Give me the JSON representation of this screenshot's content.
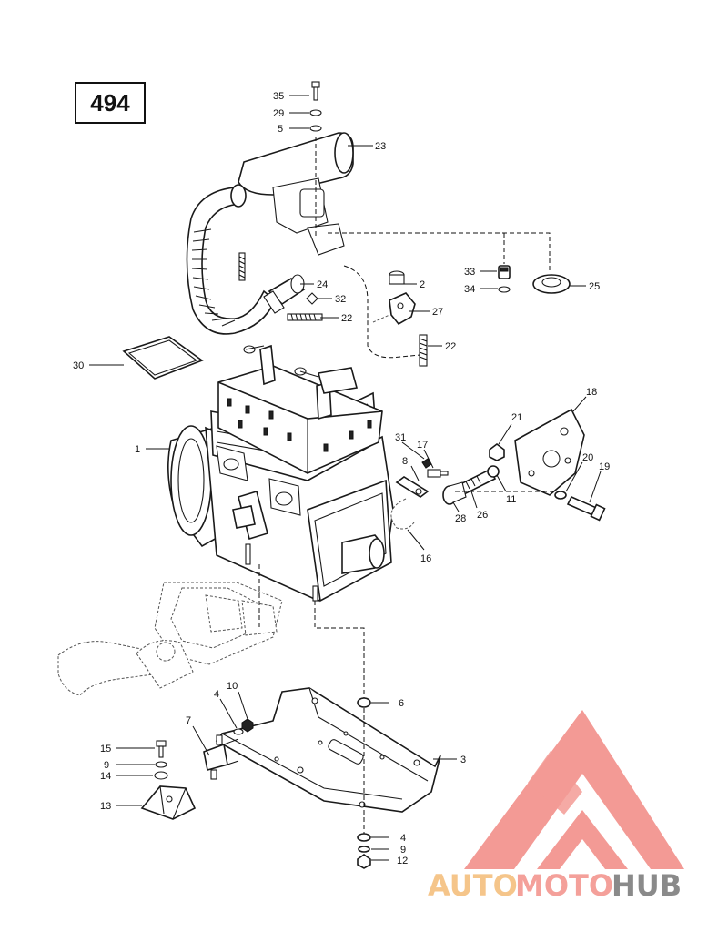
{
  "page": {
    "diagram_number": "494"
  },
  "callouts": [
    {
      "id": "35",
      "label": "35"
    },
    {
      "id": "29",
      "label": "29"
    },
    {
      "id": "5a",
      "label": "5"
    },
    {
      "id": "23",
      "label": "23"
    },
    {
      "id": "24",
      "label": "24"
    },
    {
      "id": "32",
      "label": "32"
    },
    {
      "id": "22a",
      "label": "22"
    },
    {
      "id": "2",
      "label": "2"
    },
    {
      "id": "33",
      "label": "33"
    },
    {
      "id": "34",
      "label": "34"
    },
    {
      "id": "25",
      "label": "25"
    },
    {
      "id": "27",
      "label": "27"
    },
    {
      "id": "22b",
      "label": "22"
    },
    {
      "id": "30",
      "label": "30"
    },
    {
      "id": "18",
      "label": "18"
    },
    {
      "id": "21",
      "label": "21"
    },
    {
      "id": "1",
      "label": "1"
    },
    {
      "id": "31",
      "label": "31"
    },
    {
      "id": "17",
      "label": "17"
    },
    {
      "id": "8",
      "label": "8"
    },
    {
      "id": "20",
      "label": "20"
    },
    {
      "id": "19",
      "label": "19"
    },
    {
      "id": "11",
      "label": "11"
    },
    {
      "id": "28",
      "label": "28"
    },
    {
      "id": "26",
      "label": "26"
    },
    {
      "id": "16",
      "label": "16"
    },
    {
      "id": "10",
      "label": "10"
    },
    {
      "id": "4a",
      "label": "4"
    },
    {
      "id": "6",
      "label": "6"
    },
    {
      "id": "7",
      "label": "7"
    },
    {
      "id": "3",
      "label": "3"
    },
    {
      "id": "15",
      "label": "15"
    },
    {
      "id": "9a",
      "label": "9"
    },
    {
      "id": "14",
      "label": "14"
    },
    {
      "id": "13",
      "label": "13"
    },
    {
      "id": "4b",
      "label": "4"
    },
    {
      "id": "9b",
      "label": "9"
    },
    {
      "id": "12",
      "label": "12"
    }
  ],
  "watermark": {
    "word_auto": "AUTO",
    "word_moto": "MOTO",
    "word_hub": "HUB",
    "color_primary": "#f4a09a",
    "color_secondary": "#f5c58a",
    "color_dark": "#8a8a8a"
  }
}
